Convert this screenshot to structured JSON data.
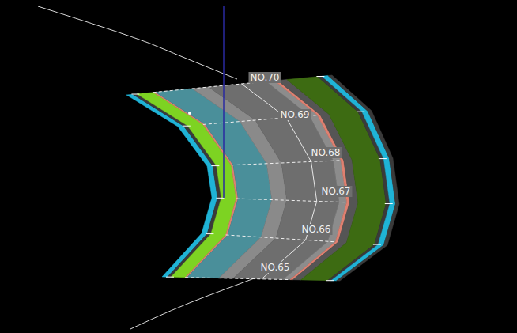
{
  "diagram": {
    "labels": [
      "NO.70",
      "NO.69",
      "NO.68",
      "NO.67",
      "NO.66",
      "NO.65"
    ]
  }
}
